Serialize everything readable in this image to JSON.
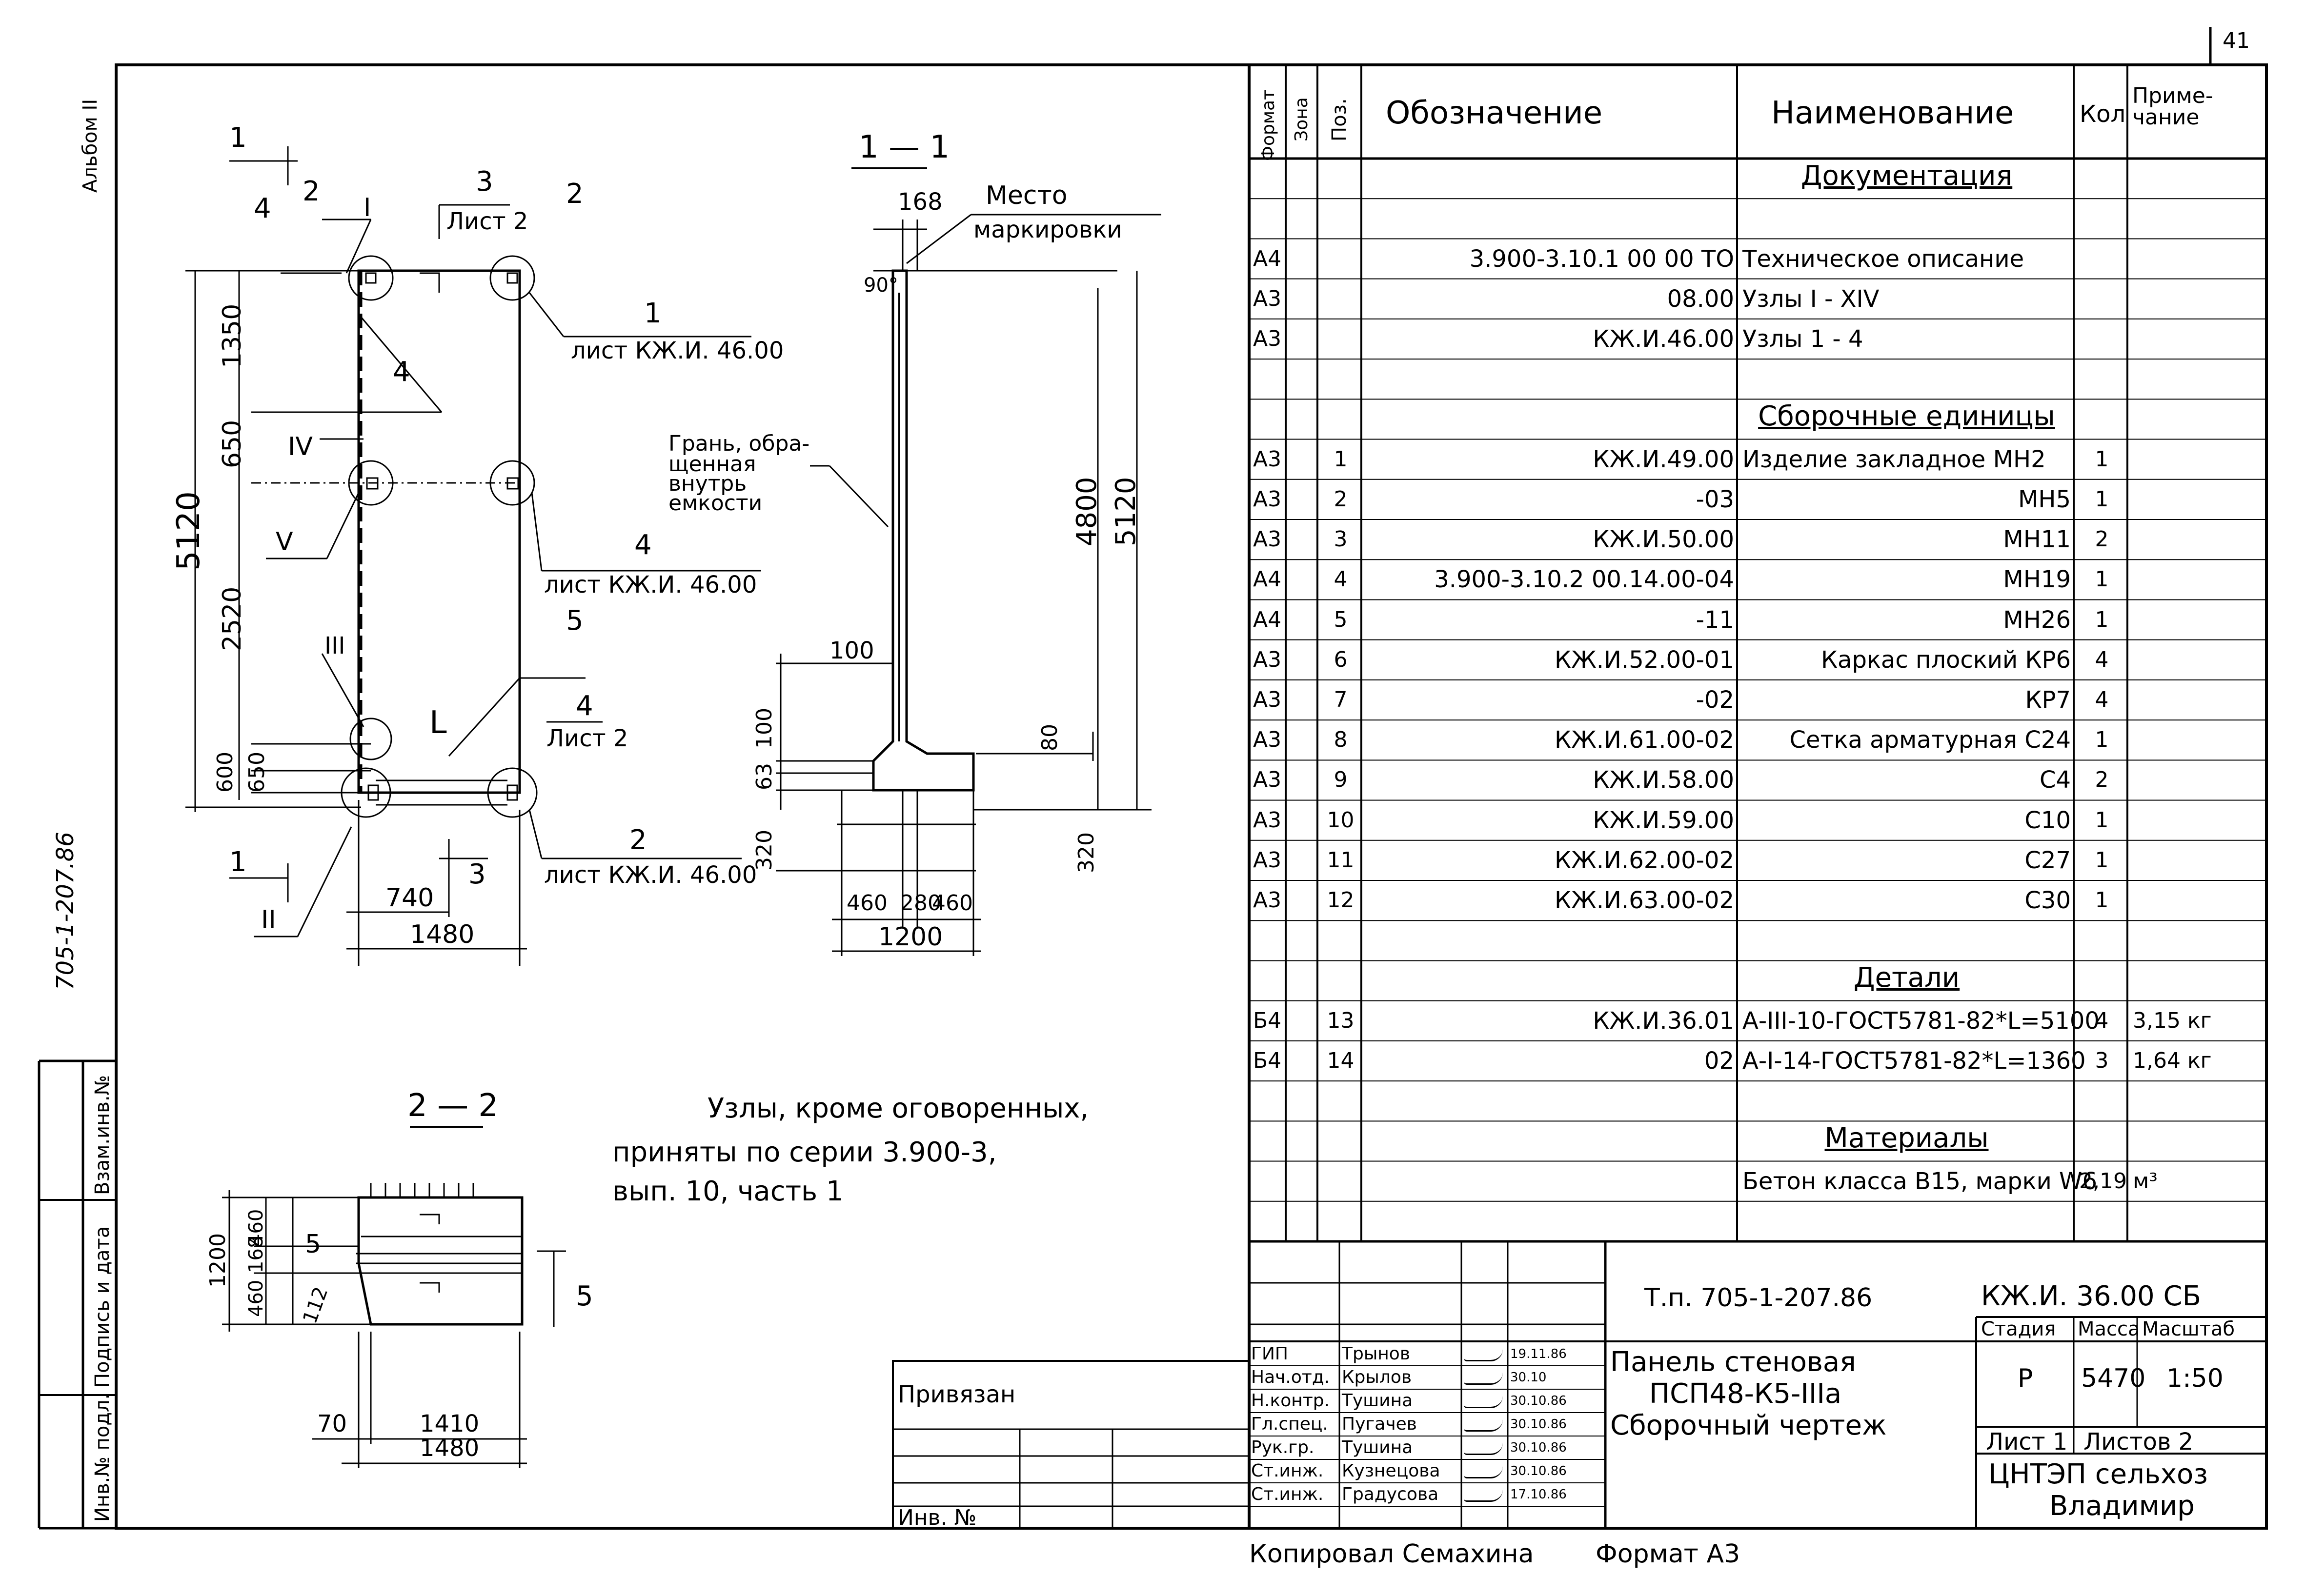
{
  "page_number": "41",
  "album_label": "Альбом II",
  "side_code": "705-1-207.86",
  "left_stamp": [
    "Инв.№ подл.",
    "Подпись и дата",
    "Взам.инв.№"
  ],
  "plan": {
    "dims_vertical": [
      "5120",
      "1350",
      "650",
      "2520",
      "600",
      "650"
    ],
    "dims_horizontal": [
      "740",
      "1480"
    ],
    "roman": [
      "I",
      "IV",
      "V",
      "III",
      "II"
    ],
    "positions": [
      "4",
      "5",
      "L"
    ],
    "sections": [
      "1",
      "1",
      "2",
      "2",
      "3",
      "3",
      "4",
      "4"
    ],
    "sheet_refs": [
      "Лист 2",
      "Лист 2"
    ],
    "node_refs": [
      {
        "num": "1",
        "ref": "лист КЖ.И. 46.00"
      },
      {
        "num": "4",
        "ref": "лист КЖ.И. 46.00"
      },
      {
        "num": "2",
        "ref": "лист КЖ.И. 46.00"
      }
    ]
  },
  "section11": {
    "title": "1 — 1",
    "marking_label": [
      "Место",
      "маркировки"
    ],
    "face_label": [
      "Грань, обра-",
      "щенная",
      "внутрь",
      "емкости"
    ],
    "dims": [
      "168",
      "90°",
      "4800",
      "5120",
      "100",
      "100",
      "63",
      "80",
      "320",
      "320",
      "460",
      "280",
      "460",
      "1200"
    ]
  },
  "section22": {
    "title": "2 — 2",
    "dims": [
      "1200",
      "460",
      "168",
      "460",
      "112",
      "70",
      "1410",
      "1480"
    ],
    "marks": [
      "5",
      "5"
    ]
  },
  "note": [
    "Узлы, кроме оговоренных,",
    "приняты   по серии  3.900-3,",
    "вып. 10,  часть 1"
  ],
  "spec": {
    "headers": {
      "format": "Формат",
      "zone": "Зона",
      "pos": "Поз.",
      "designation": "Обозначение",
      "name": "Наименование",
      "qty": "Кол",
      "note": "Приме-чание"
    },
    "rows": [
      {
        "type": "section",
        "name": "Документация"
      },
      {
        "type": "blank"
      },
      {
        "type": "row",
        "format": "А4",
        "pos": "",
        "designation": "3.900-3.10.1  00 00 ТО",
        "name": "Техническое описание",
        "qty": "",
        "note": ""
      },
      {
        "type": "row",
        "format": "А3",
        "pos": "",
        "designation": "08.00",
        "name": "Узлы  I - XIV",
        "qty": "",
        "note": ""
      },
      {
        "type": "row",
        "format": "А3",
        "pos": "",
        "designation": "КЖ.И.46.00",
        "name": "Узлы   1 - 4",
        "qty": "",
        "note": ""
      },
      {
        "type": "blank"
      },
      {
        "type": "section",
        "name": "Сборочные единицы"
      },
      {
        "type": "row",
        "format": "А3",
        "pos": "1",
        "designation": "КЖ.И.49.00",
        "name": "Изделие закладное МН2",
        "qty": "1",
        "note": ""
      },
      {
        "type": "row",
        "format": "А3",
        "pos": "2",
        "designation": "-03",
        "name": "МН5",
        "qty": "1",
        "note": ""
      },
      {
        "type": "row",
        "format": "А3",
        "pos": "3",
        "designation": "КЖ.И.50.00",
        "name": "МН11",
        "qty": "2",
        "note": ""
      },
      {
        "type": "row",
        "format": "А4",
        "pos": "4",
        "designation": "3.900-3.10.2  00.14.00-04",
        "name": "МН19",
        "qty": "1",
        "note": ""
      },
      {
        "type": "row",
        "format": "А4",
        "pos": "5",
        "designation": "-11",
        "name": "МН26",
        "qty": "1",
        "note": ""
      },
      {
        "type": "row",
        "format": "А3",
        "pos": "6",
        "designation": "КЖ.И.52.00-01",
        "name": "Каркас плоский  КР6",
        "qty": "4",
        "note": ""
      },
      {
        "type": "row",
        "format": "А3",
        "pos": "7",
        "designation": "-02",
        "name": "КР7",
        "qty": "4",
        "note": ""
      },
      {
        "type": "row",
        "format": "А3",
        "pos": "8",
        "designation": "КЖ.И.61.00-02",
        "name": "Сетка арматурная С24",
        "qty": "1",
        "note": ""
      },
      {
        "type": "row",
        "format": "А3",
        "pos": "9",
        "designation": "КЖ.И.58.00",
        "name": "С4",
        "qty": "2",
        "note": ""
      },
      {
        "type": "row",
        "format": "А3",
        "pos": "10",
        "designation": "КЖ.И.59.00",
        "name": "С10",
        "qty": "1",
        "note": ""
      },
      {
        "type": "row",
        "format": "А3",
        "pos": "11",
        "designation": "КЖ.И.62.00-02",
        "name": "С27",
        "qty": "1",
        "note": ""
      },
      {
        "type": "row",
        "format": "А3",
        "pos": "12",
        "designation": "КЖ.И.63.00-02",
        "name": "С30",
        "qty": "1",
        "note": ""
      },
      {
        "type": "blank"
      },
      {
        "type": "section",
        "name": "Детали"
      },
      {
        "type": "row",
        "format": "Б4",
        "pos": "13",
        "designation": "КЖ.И.36.01",
        "name": "А-III-10-ГОСТ5781-82*L=5100",
        "qty": "4",
        "note": "3,15 кг"
      },
      {
        "type": "row",
        "format": "Б4",
        "pos": "14",
        "designation": "02",
        "name": "А-I-14-ГОСТ5781-82*L=1360",
        "qty": "3",
        "note": "1,64 кг"
      },
      {
        "type": "blank"
      },
      {
        "type": "section",
        "name": "Материалы"
      },
      {
        "type": "row",
        "format": "",
        "pos": "",
        "designation": "",
        "name": "Бетон класса В15, марки W6",
        "qty": "2,19",
        "note": "м³"
      },
      {
        "type": "blank"
      }
    ]
  },
  "privyazan": "Привязан",
  "inv_no": "Инв. №",
  "title_block": {
    "project": "Т.п. 705-1-207.86",
    "code": "КЖ.И. 36.00 СБ",
    "title_lines": [
      "Панель стеновая",
      "ПСП48-К5-IIIа",
      "Сборочный   чертеж"
    ],
    "stage_label": "Стадия",
    "mass_label": "Масса",
    "scale_label": "Масштаб",
    "stage": "Р",
    "mass": "5470",
    "scale": "1:50",
    "sheet": "Лист 1",
    "sheets": "Листов 2",
    "org": [
      "ЦНТЭП сельхоз",
      "Владимир"
    ],
    "staff": [
      {
        "role": "ГИП",
        "name": "Трынов",
        "date": "19.11.86"
      },
      {
        "role": "Нач.отд.",
        "name": "Крылов",
        "date": "30.10"
      },
      {
        "role": "Н.контр.",
        "name": "Тушина",
        "date": "30.10.86"
      },
      {
        "role": "Гл.спец.",
        "name": "Пугачев",
        "date": "30.10.86"
      },
      {
        "role": "Рук.гр.",
        "name": "Тушина",
        "date": "30.10.86"
      },
      {
        "role": "Ст.инж.",
        "name": "Кузнецова",
        "date": "30.10.86"
      },
      {
        "role": "Ст.инж.",
        "name": "Градусова",
        "date": "17.10.86"
      }
    ]
  },
  "footer": {
    "copied": "Копировал Семахина",
    "format": "Формат А3"
  }
}
